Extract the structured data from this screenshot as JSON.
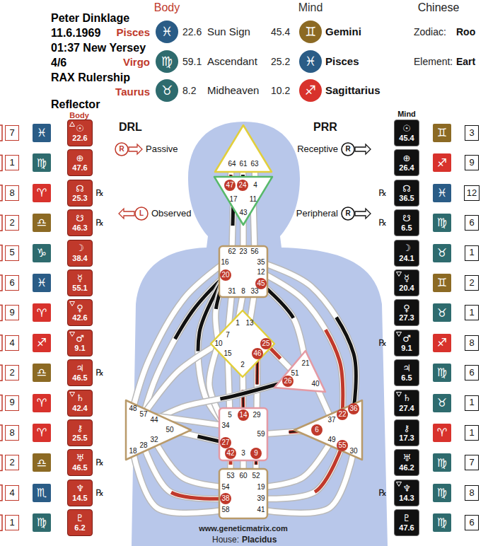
{
  "diagram": {
    "nodes": [
      {
        "text": [
          "64",
          "61",
          "63"
        ]
      },
      {
        "text": [
          "47",
          "24",
          "4",
          "17",
          "11",
          "43"
        ]
      },
      {
        "text": [
          "62",
          "23",
          "56",
          "16",
          "35",
          "12",
          "20",
          "45",
          "31",
          "8",
          "33"
        ]
      },
      {
        "text": [
          "1",
          "13",
          "7",
          "10",
          "25",
          "15",
          "46",
          "2"
        ]
      },
      {
        "text": [
          "21",
          "51",
          "26",
          "40"
        ]
      },
      {
        "text": [
          "48",
          "57",
          "44",
          "50",
          "32",
          "28",
          "18"
        ]
      },
      {
        "text": [
          "36",
          "22",
          "37",
          "6",
          "49",
          "55",
          "30"
        ]
      },
      {
        "text": [
          "5",
          "14",
          "29",
          "34",
          "27",
          "59",
          "42",
          "3",
          "9"
        ]
      },
      {
        "text": [
          "53",
          "60",
          "52",
          "54",
          "19",
          "38",
          "39",
          "58",
          "41"
        ]
      },
      {
        "text": [
          "7"
        ]
      },
      {
        "text": [
          "♓"
        ]
      },
      {
        "text": [
          "☉",
          "22.6"
        ]
      },
      {
        "text": [
          "1"
        ]
      },
      {
        "text": [
          "♍"
        ]
      },
      {
        "text": [
          "⊕",
          "47.6"
        ]
      },
      {
        "text": [
          "8"
        ]
      },
      {
        "text": [
          "♈"
        ]
      },
      {
        "text": [
          "☊",
          "25.3"
        ]
      },
      {
        "text": [
          "2"
        ]
      },
      {
        "text": [
          "♎"
        ]
      },
      {
        "text": [
          "☋",
          "46.3"
        ]
      },
      {
        "text": [
          "5"
        ]
      },
      {
        "text": [
          "♑"
        ]
      },
      {
        "text": [
          "☽",
          "38.4"
        ]
      },
      {
        "text": [
          "6"
        ]
      },
      {
        "text": [
          "♓"
        ]
      },
      {
        "text": [
          "☿",
          "55.1"
        ]
      },
      {
        "text": [
          "9"
        ]
      },
      {
        "text": [
          "♈"
        ]
      },
      {
        "text": [
          "♀",
          "42.6"
        ]
      },
      {
        "text": [
          "4"
        ]
      },
      {
        "text": [
          "♐"
        ]
      },
      {
        "text": [
          "♂",
          "9.1"
        ]
      },
      {
        "text": [
          "2"
        ]
      },
      {
        "text": [
          "♎"
        ]
      },
      {
        "text": [
          "♃",
          "46.5"
        ]
      },
      {
        "text": [
          "9"
        ]
      },
      {
        "text": [
          "♈"
        ]
      },
      {
        "text": [
          "♄",
          "42.4"
        ]
      },
      {
        "text": [
          "8"
        ]
      },
      {
        "text": [
          "♈"
        ]
      },
      {
        "text": [
          "⚷",
          "25.5"
        ]
      },
      {
        "text": [
          "2"
        ]
      },
      {
        "text": [
          "♎"
        ]
      },
      {
        "text": [
          "♅",
          "46.5"
        ]
      },
      {
        "text": [
          "4"
        ]
      },
      {
        "text": [
          "♏"
        ]
      },
      {
        "text": [
          "♆",
          "14.5"
        ]
      },
      {
        "text": [
          "1"
        ]
      },
      {
        "text": [
          "♍"
        ]
      },
      {
        "text": [
          "♇",
          "6.2"
        ]
      },
      {
        "text": [
          "☉",
          "45.4"
        ]
      },
      {
        "text": [
          "♊"
        ]
      },
      {
        "text": [
          "3"
        ]
      },
      {
        "text": [
          "⊕",
          "26.4"
        ]
      },
      {
        "text": [
          "♐"
        ]
      },
      {
        "text": [
          "9"
        ]
      },
      {
        "text": [
          "☊",
          "36.5"
        ]
      },
      {
        "text": [
          "♓"
        ]
      },
      {
        "text": [
          "12"
        ]
      },
      {
        "text": [
          "☋",
          "6.5"
        ]
      },
      {
        "text": [
          "♍"
        ]
      },
      {
        "text": [
          "6"
        ]
      },
      {
        "text": [
          "☽",
          "24.1"
        ]
      },
      {
        "text": [
          "♉"
        ]
      },
      {
        "text": [
          "1"
        ]
      },
      {
        "text": [
          "☿",
          "20.4"
        ]
      },
      {
        "text": [
          "♊"
        ]
      },
      {
        "text": [
          "2"
        ]
      },
      {
        "text": [
          "♀",
          "27.3"
        ]
      },
      {
        "text": [
          "♉"
        ]
      },
      {
        "text": [
          "1"
        ]
      },
      {
        "text": [
          "♂",
          "9.1"
        ]
      },
      {
        "text": [
          "♐"
        ]
      },
      {
        "text": [
          "8"
        ]
      },
      {
        "text": [
          "♃",
          "6.5"
        ]
      },
      {
        "text": [
          "♍"
        ]
      },
      {
        "text": [
          "6"
        ]
      },
      {
        "text": [
          "♄",
          "27.4"
        ]
      },
      {
        "text": [
          "♉"
        ]
      },
      {
        "text": [
          "1"
        ]
      },
      {
        "text": [
          "⚷",
          "17.3"
        ]
      },
      {
        "text": [
          "♈"
        ]
      },
      {
        "text": [
          "1"
        ]
      },
      {
        "text": [
          "♅",
          "46.2"
        ]
      },
      {
        "text": [
          "♍"
        ]
      },
      {
        "text": [
          "7"
        ]
      },
      {
        "text": [
          "♆",
          "14.3"
        ]
      },
      {
        "text": [
          "♍"
        ]
      },
      {
        "text": [
          "8"
        ]
      },
      {
        "text": [
          "♇",
          "47.6"
        ]
      },
      {
        "text": [
          "♍"
        ]
      },
      {
        "text": [
          "6"
        ]
      }
    ],
    "edges": [
      {
        "from": 0,
        "to": 1,
        "arrow": "none"
      },
      {
        "from": 0,
        "to": 1,
        "arrow": "none"
      },
      {
        "from": 0,
        "to": 1,
        "arrow": "none"
      },
      {
        "from": 1,
        "to": 2,
        "arrow": "none"
      },
      {
        "from": 1,
        "to": 2,
        "arrow": "none"
      },
      {
        "from": 1,
        "to": 2,
        "arrow": "none"
      },
      {
        "from": 2,
        "to": 3,
        "arrow": "none"
      },
      {
        "from": 2,
        "to": 3,
        "arrow": "none"
      },
      {
        "from": 2,
        "to": 3,
        "arrow": "none"
      },
      {
        "from": 2,
        "to": 5,
        "arrow": "none"
      },
      {
        "from": 2,
        "to": 5,
        "arrow": "none"
      },
      {
        "from": 2,
        "to": 7,
        "arrow": "none"
      },
      {
        "from": 2,
        "to": 3,
        "arrow": "none"
      },
      {
        "from": 2,
        "to": 4,
        "arrow": "none"
      },
      {
        "from": 2,
        "to": 6,
        "arrow": "none"
      },
      {
        "from": 2,
        "to": 6,
        "arrow": "none"
      },
      {
        "from": 3,
        "to": 5,
        "arrow": "none"
      },
      {
        "from": 3,
        "to": 7,
        "arrow": "none"
      },
      {
        "from": 3,
        "to": 7,
        "arrow": "none"
      },
      {
        "from": 3,
        "to": 7,
        "arrow": "none"
      },
      {
        "from": 3,
        "to": 7,
        "arrow": "none"
      },
      {
        "from": 3,
        "to": 4,
        "arrow": "none"
      },
      {
        "from": 4,
        "to": 5,
        "arrow": "none"
      },
      {
        "from": 4,
        "to": 6,
        "arrow": "none"
      },
      {
        "from": 7,
        "to": 5,
        "arrow": "none"
      },
      {
        "from": 7,
        "to": 5,
        "arrow": "none"
      },
      {
        "from": 7,
        "to": 6,
        "arrow": "none"
      },
      {
        "from": 7,
        "to": 8,
        "arrow": "none"
      },
      {
        "from": 7,
        "to": 8,
        "arrow": "none"
      },
      {
        "from": 7,
        "to": 8,
        "arrow": "none"
      },
      {
        "from": 5,
        "to": 8,
        "arrow": "none"
      },
      {
        "from": 5,
        "to": 8,
        "arrow": "none"
      },
      {
        "from": 5,
        "to": 8,
        "arrow": "none"
      },
      {
        "from": 6,
        "to": 8,
        "arrow": "none"
      },
      {
        "from": 6,
        "to": 8,
        "arrow": "none"
      },
      {
        "from": 6,
        "to": 8,
        "arrow": "none"
      }
    ],
    "labels": [
      "Peter Dinklage",
      "11.6.1969",
      "01:37 New Yersey",
      "4/6",
      "RAX Rulership",
      "Reflector",
      "Body",
      "Mind",
      "Chinese",
      "Pisces",
      "♓",
      "22.6",
      "Sun Sign",
      "45.4",
      "♊",
      "Gemini",
      "Zodiac:",
      "Roo",
      "Virgo",
      "♍",
      "59.1",
      "Ascendant",
      "25.2",
      "♓",
      "Pisces",
      "Element:",
      "Eart",
      "Taurus",
      "♉",
      "8.2",
      "Midheaven",
      "10.2",
      "♐",
      "Sagittarius",
      "Body",
      "Mind",
      "DRL",
      "R",
      "Passive",
      "L",
      "Observed",
      "PRR",
      "Receptive",
      "R",
      "Peripheral",
      "R",
      "℞",
      "℞",
      "℞",
      "℞",
      "℞",
      "℞",
      "℞",
      "℞",
      "℞",
      "www.geneticmatrix.com",
      "House:",
      "Placidus"
    ]
  }
}
